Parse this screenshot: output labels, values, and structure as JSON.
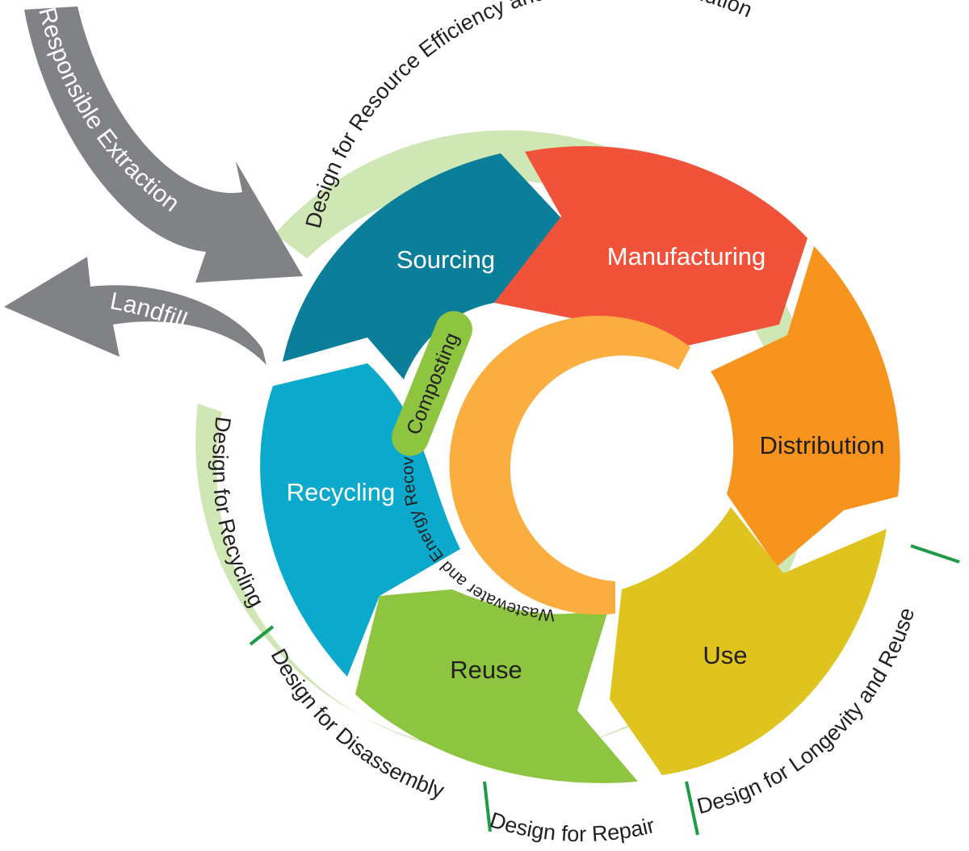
{
  "outer_ring": {
    "top_label": "Design for Resource Efficiency and to Minimize Pollution",
    "sections": [
      {
        "label": "Design for Recycling"
      },
      {
        "label": "Design for Disassembly"
      },
      {
        "label": "Design for Repair"
      },
      {
        "label": "Design for Longevity and Reuse"
      }
    ]
  },
  "segments": [
    {
      "label": "Sourcing",
      "color": "#0b7f99",
      "text_color": "#ffffff"
    },
    {
      "label": "Manufacturing",
      "color": "#f0533a",
      "text_color": "#ffffff"
    },
    {
      "label": "Distribution",
      "color": "#f7941d",
      "text_color": "#231f20"
    },
    {
      "label": "Use",
      "color": "#dfc31f",
      "text_color": "#231f20"
    },
    {
      "label": "Reuse",
      "color": "#8dc540",
      "text_color": "#231f20"
    },
    {
      "label": "Recycling",
      "color": "#0baacd",
      "text_color": "#ffffff"
    }
  ],
  "inner_ring": {
    "label": "Wastewater and Energy Recovery",
    "color": "#fbae3f"
  },
  "composting": {
    "label": "Composting",
    "color": "#8dc540"
  },
  "arrows": {
    "in": {
      "label": "Responsible Extraction",
      "color": "#808285"
    },
    "out": {
      "label": "Landfill",
      "color": "#808285"
    }
  },
  "colors": {
    "ring_fill": "#cfe6b5",
    "ring_divider": "#1f9a48"
  }
}
